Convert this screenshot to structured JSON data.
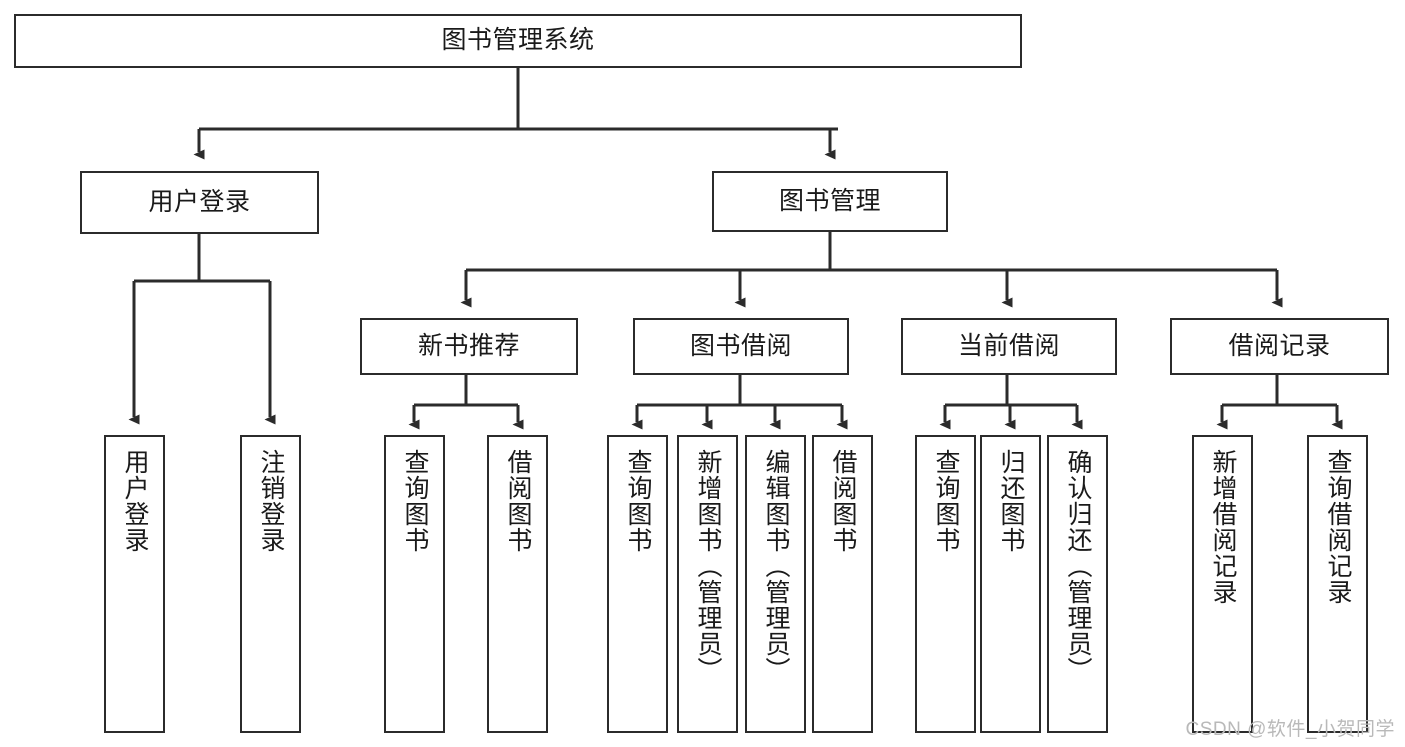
{
  "diagram": {
    "title": "图书管理系统",
    "watermark": "CSDN @软件_小贺同学",
    "root": {
      "label": "图书管理系统"
    },
    "level2": [
      {
        "id": "user-login",
        "label": "用户登录"
      },
      {
        "id": "book-manage",
        "label": "图书管理"
      }
    ],
    "level3": [
      {
        "id": "new-book-recommend",
        "label": "新书推荐"
      },
      {
        "id": "book-borrow",
        "label": "图书借阅"
      },
      {
        "id": "current-borrow",
        "label": "当前借阅"
      },
      {
        "id": "borrow-record",
        "label": "借阅记录"
      }
    ],
    "leaves": {
      "user_login": [
        {
          "id": "leaf-user-login",
          "label": "用户登录"
        },
        {
          "id": "leaf-logout-login",
          "label": "注销登录"
        }
      ],
      "new_book_recommend": [
        {
          "id": "leaf-query-book-1",
          "label": "查询图书"
        },
        {
          "id": "leaf-borrow-book-1",
          "label": "借阅图书"
        }
      ],
      "book_borrow": [
        {
          "id": "leaf-query-book-2",
          "label": "查询图书"
        },
        {
          "id": "leaf-add-book-admin",
          "label": "新增图书（管理员）"
        },
        {
          "id": "leaf-edit-book-admin",
          "label": "编辑图书（管理员）"
        },
        {
          "id": "leaf-borrow-book-2",
          "label": "借阅图书"
        }
      ],
      "current_borrow": [
        {
          "id": "leaf-query-book-3",
          "label": "查询图书"
        },
        {
          "id": "leaf-return-book",
          "label": "归还图书"
        },
        {
          "id": "leaf-confirm-return-admin",
          "label": "确认归还（管理员）"
        }
      ],
      "borrow_record": [
        {
          "id": "leaf-add-borrow-record",
          "label": "新增借阅记录"
        },
        {
          "id": "leaf-query-borrow-record",
          "label": "查询借阅记录"
        }
      ]
    },
    "colors": {
      "stroke": "#2b2b2b",
      "background": "#ffffff",
      "text": "#1a1a1a",
      "watermark": "#b9b9b9"
    }
  }
}
